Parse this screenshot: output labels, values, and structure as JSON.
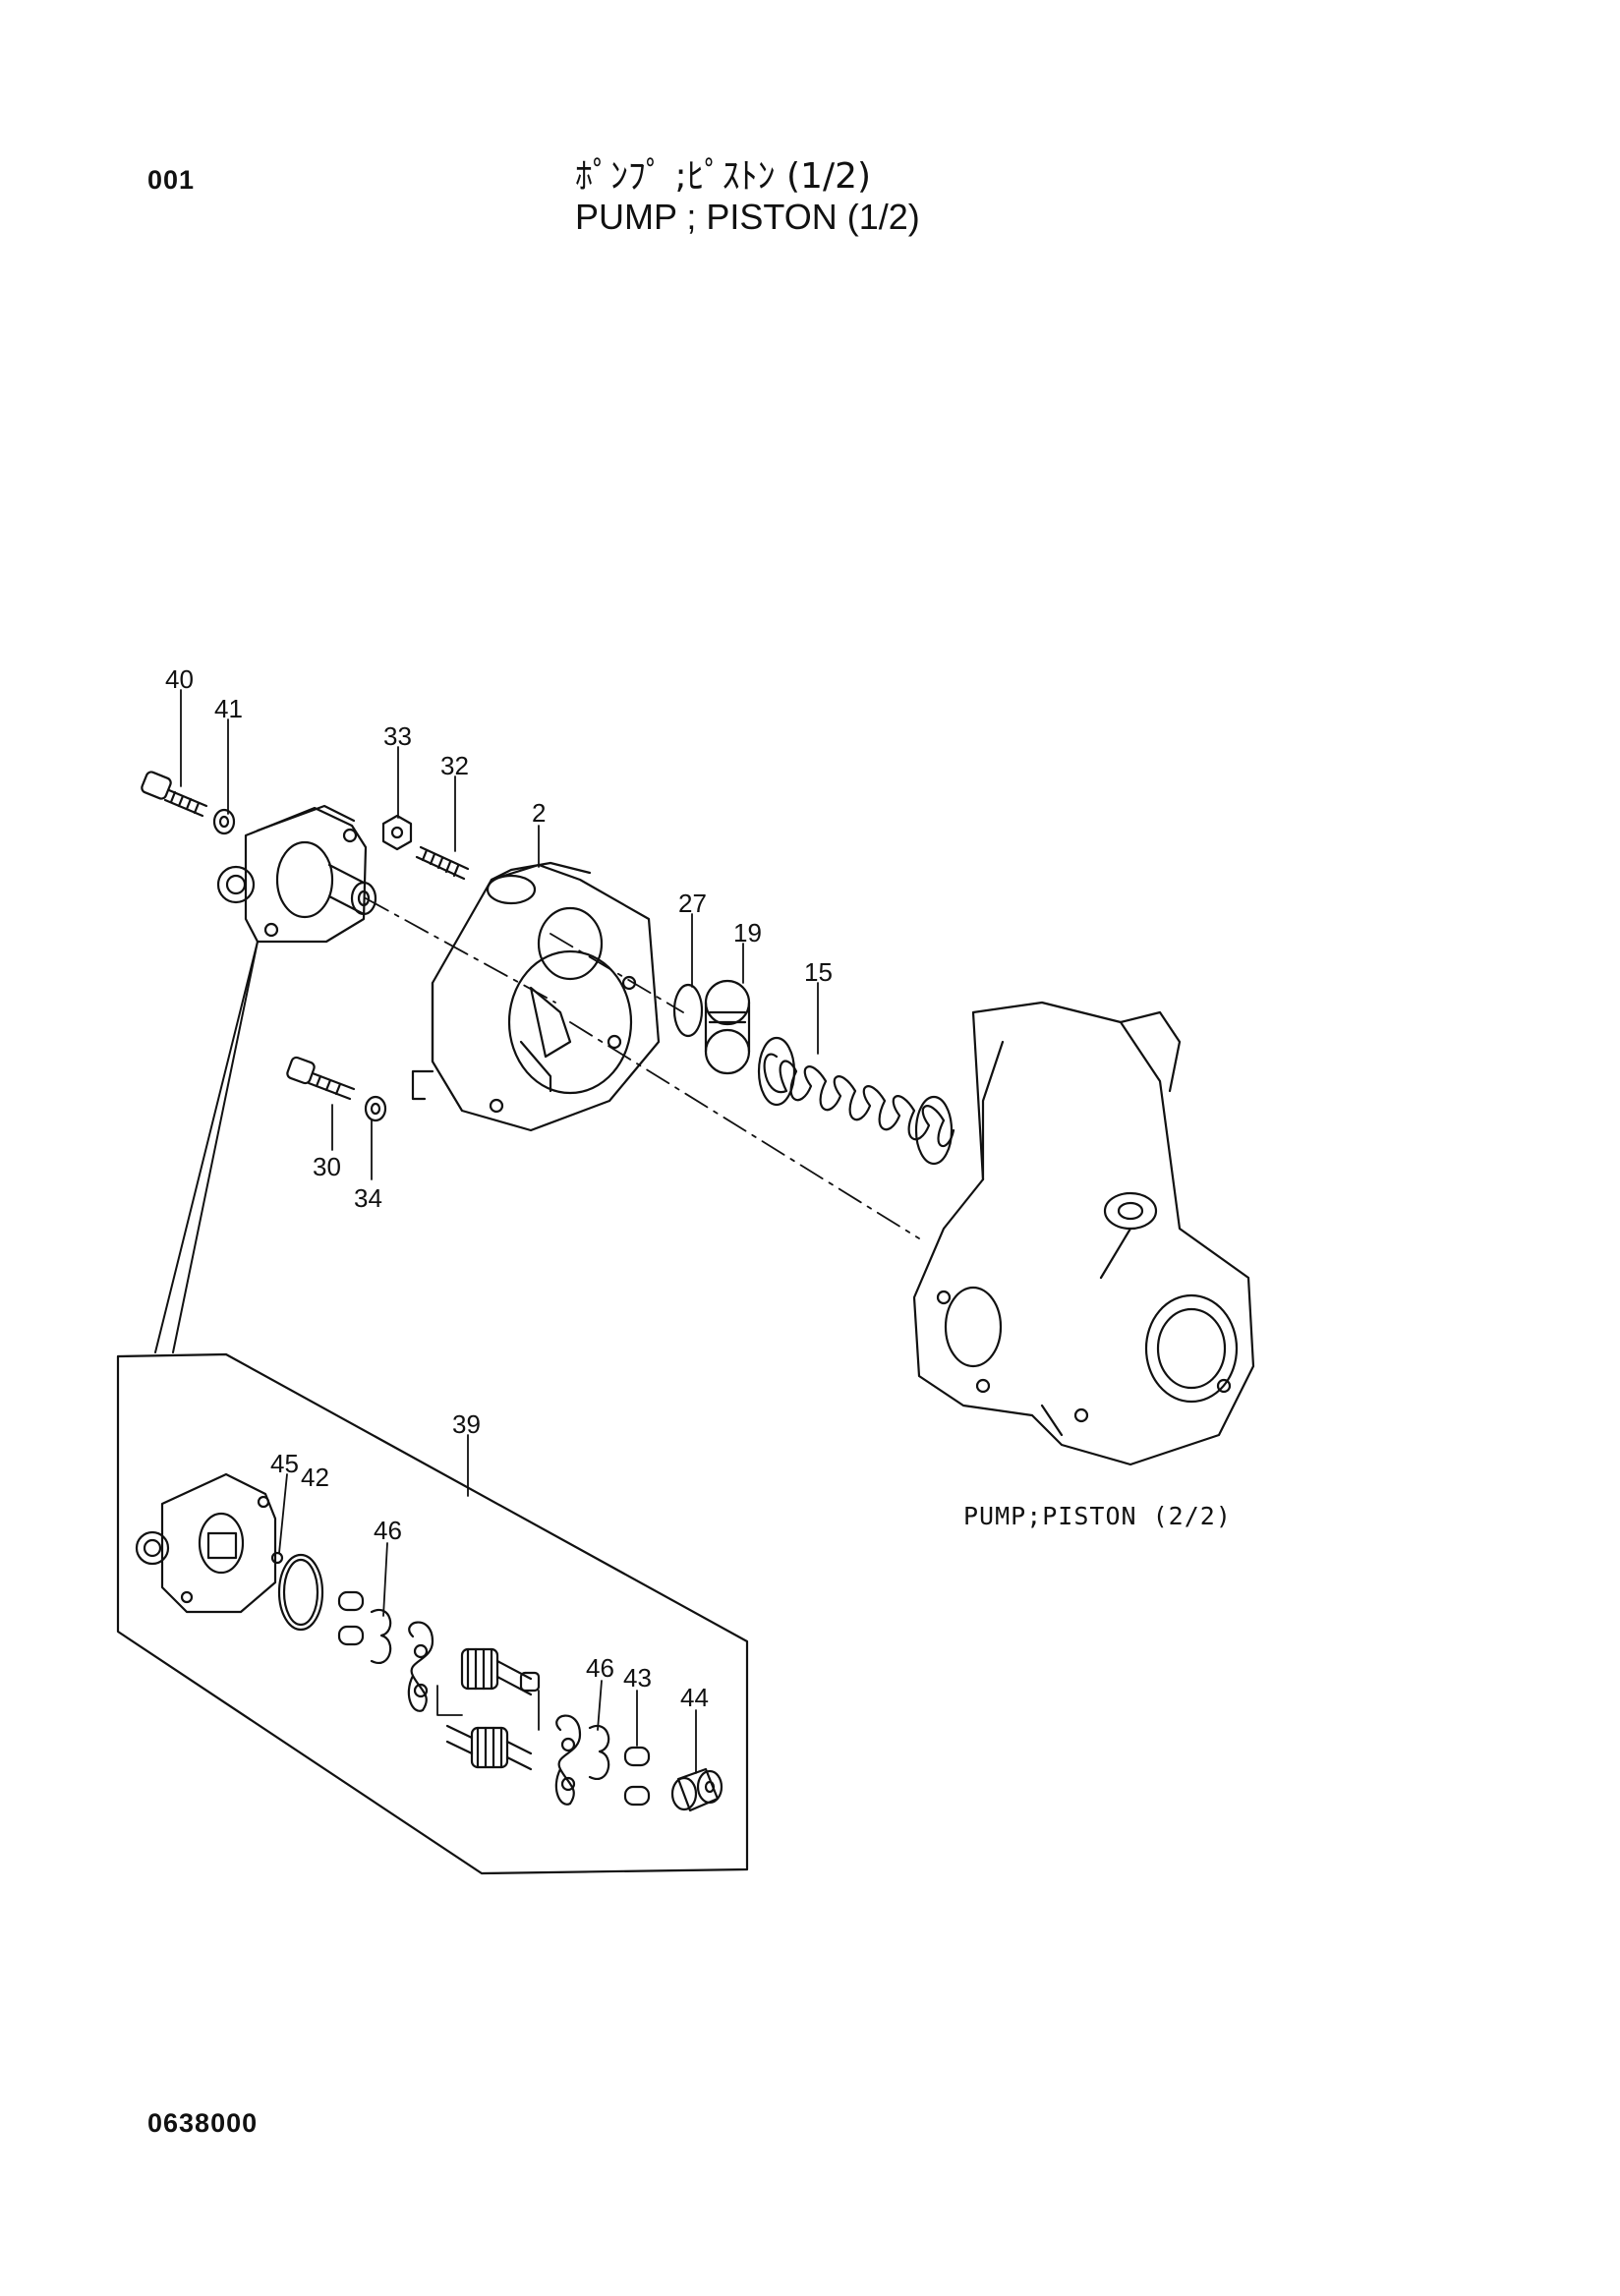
{
  "header": {
    "page_code": "001",
    "title_jp": "ﾎﾟﾝﾌﾟ ;ﾋﾟｽﾄﾝ (1/2)",
    "title_en": "PUMP ; PISTON (1/2)"
  },
  "diagram": {
    "reference_label": "PUMP;PISTON (2/2)",
    "callouts": {
      "c40": "40",
      "c41": "41",
      "c33": "33",
      "c32": "32",
      "c2": "2",
      "c27": "27",
      "c19": "19",
      "c15": "15",
      "c30": "30",
      "c34": "34",
      "c39": "39",
      "c45": "45",
      "c42": "42",
      "c46a": "46",
      "c46b": "46",
      "c43": "43",
      "c44": "44"
    }
  },
  "footer": {
    "drawing_number": "0638000"
  }
}
